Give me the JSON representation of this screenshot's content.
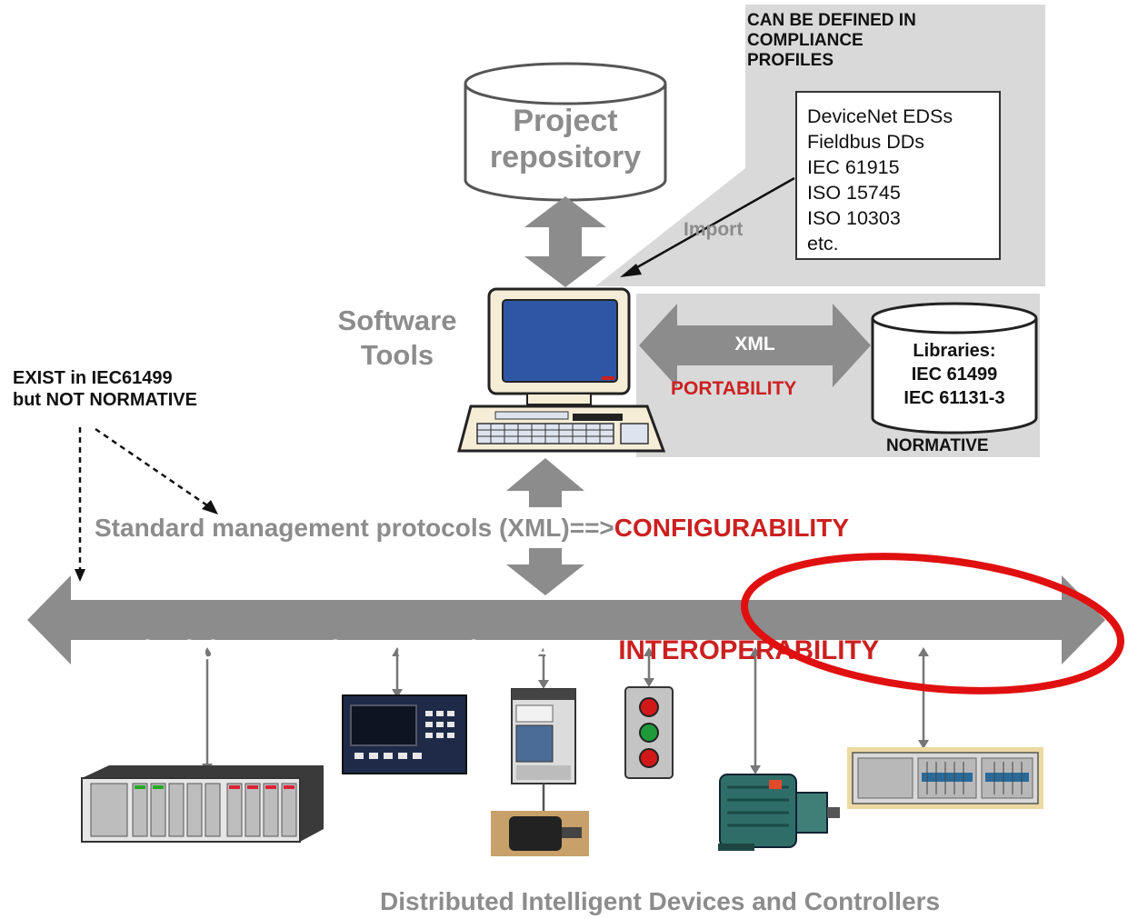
{
  "compliance": {
    "heading": [
      "CAN BE DEFINED IN",
      "COMPLIANCE",
      "PROFILES"
    ],
    "list": [
      "DeviceNet EDSs",
      "Fieldbus DDs",
      "IEC 61915",
      "ISO 15745",
      "ISO 10303",
      "etc."
    ],
    "import_label": "Import"
  },
  "repository": {
    "line1": "Project",
    "line2": "repository"
  },
  "software_tools": {
    "line1": "Software",
    "line2": "Tools"
  },
  "xml_link": {
    "label": "XML",
    "portability": "PORTABILITY"
  },
  "libraries": {
    "line1": "Libraries:",
    "line2": "IEC 61499",
    "line3": "IEC 61131-3",
    "normative": "NORMATIVE"
  },
  "exist_note": {
    "line1": "EXIST in IEC61499",
    "line2": "but NOT NORMATIVE"
  },
  "management": {
    "prefix": "Standard management protocols (XML)==>",
    "emph": "CONFIGURABILITY"
  },
  "transfer": {
    "prefix": "Standard data transfer protocol ==>ASN.1 ",
    "emph": "INTEROPERABILITY"
  },
  "footer": "Distributed Intelligent Devices and Controllers",
  "colors": {
    "arrow_gray": "#8c8c8c",
    "panel_gray": "#d9d9d9",
    "accent_red": "#cc2020",
    "highlight_ring": "#e01010"
  },
  "icons": [
    "database-cylinder",
    "computer-terminal",
    "plc-rack",
    "hmi-panel",
    "drive-unit",
    "pushbutton-station",
    "motor",
    "io-terminal-block"
  ]
}
